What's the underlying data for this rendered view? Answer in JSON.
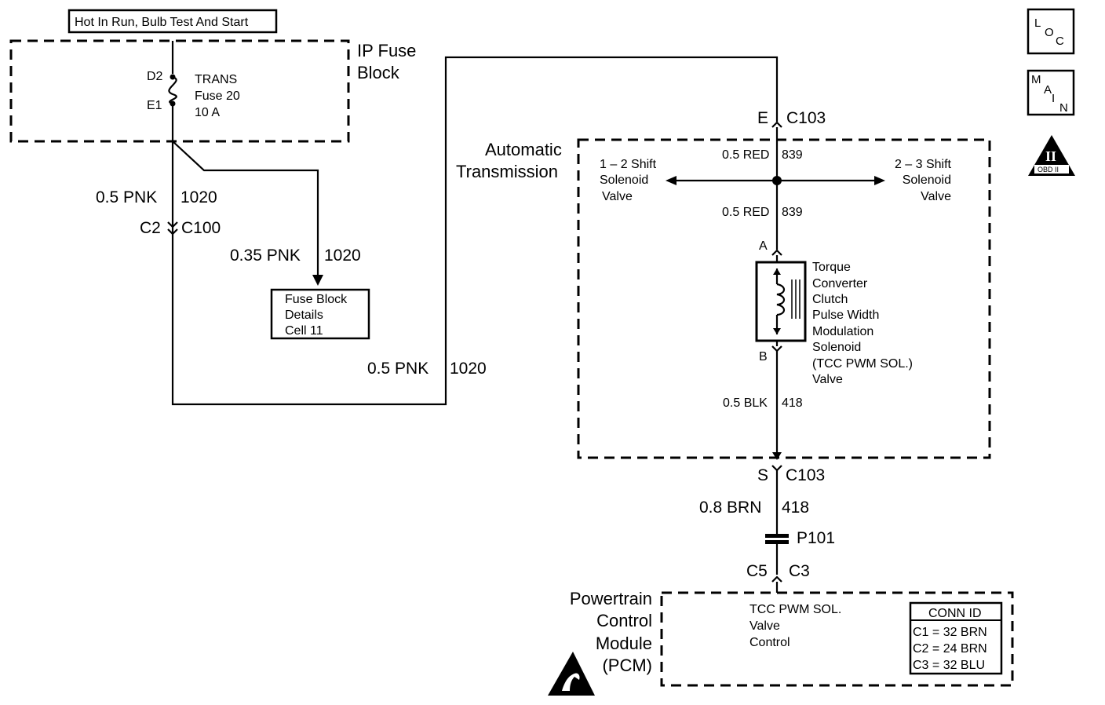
{
  "header_box": "Hot In Run, Bulb Test And Start",
  "side_icons": {
    "loc": {
      "l1": "L",
      "l2": "O",
      "l3": "C"
    },
    "main": {
      "l1": "M",
      "l2": "A",
      "l3": "I",
      "l4": "N"
    },
    "obd": {
      "roman": "II",
      "label": "OBD II"
    }
  },
  "ip_fuse_block": {
    "title_l1": "IP Fuse",
    "title_l2": "Block",
    "pin_top": "D2",
    "pin_bottom": "E1",
    "fuse_l1": "TRANS",
    "fuse_l2": "Fuse 20",
    "fuse_l3": "10 A"
  },
  "wires": {
    "w1_size": "0.5 PNK",
    "w1_circuit": "1020",
    "w2_size": "0.35 PNK",
    "w2_circuit": "1020",
    "w3_size": "0.5 PNK",
    "w3_circuit": "1020",
    "w4_size": "0.5 RED",
    "w4_circuit": "839",
    "w5_size": "0.5 RED",
    "w5_circuit": "839",
    "w6_size": "0.5 BLK",
    "w6_circuit": "418",
    "w7_size": "0.8 BRN",
    "w7_circuit": "418"
  },
  "connectors": {
    "c100_left": "C2",
    "c100_right": "C100",
    "c103_top_pin": "E",
    "c103_top_name": "C103",
    "c103_bot_pin": "S",
    "c103_bot_name": "C103",
    "p101": "P101",
    "pcm_left": "C5",
    "pcm_right": "C3"
  },
  "fuse_block_details": {
    "l1": "Fuse Block",
    "l2": "Details",
    "l3": "Cell 11"
  },
  "automatic_transmission": {
    "title_l1": "Automatic",
    "title_l2": "Transmission",
    "shift12": {
      "l1": "1 – 2 Shift",
      "l2": "Solenoid",
      "l3": "Valve"
    },
    "shift23": {
      "l1": "2 – 3 Shift",
      "l2": "Solenoid",
      "l3": "Valve"
    },
    "pin_a": "A",
    "pin_b": "B",
    "tcc": {
      "l1": "Torque",
      "l2": "Converter",
      "l3": "Clutch",
      "l4": "Pulse Width",
      "l5": "Modulation",
      "l6": "Solenoid",
      "l7": "(TCC PWM SOL.)",
      "l8": "Valve"
    }
  },
  "pcm": {
    "title_l1": "Powertrain",
    "title_l2": "Control",
    "title_l3": "Module",
    "title_l4": "(PCM)",
    "func_l1": "TCC PWM SOL.",
    "func_l2": "Valve",
    "func_l3": "Control",
    "conn_id": {
      "header": "CONN ID",
      "rows": [
        "C1  =  32 BRN",
        "C2  =  24 BRN",
        "C3  =  32 BLU"
      ]
    }
  }
}
